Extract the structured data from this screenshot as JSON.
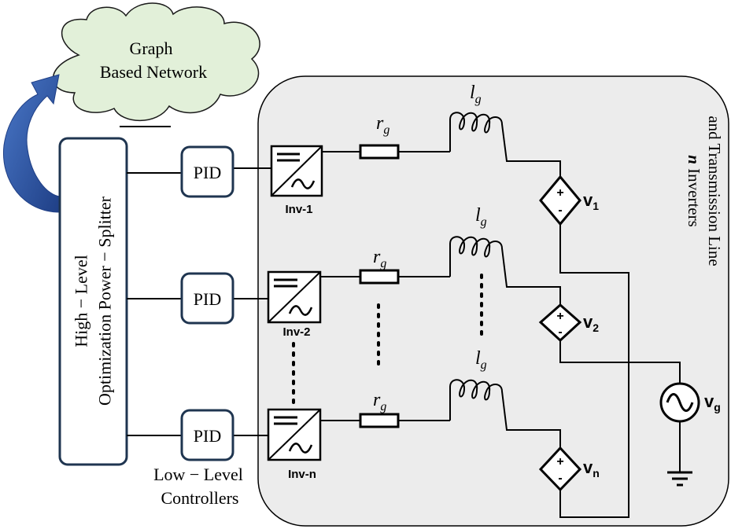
{
  "cloud": {
    "line1": "Graph",
    "line2": "Based Network"
  },
  "optimizer": {
    "line1": "High − Level",
    "line2": "Optimization Power − Splitter"
  },
  "pid_label": "PID",
  "low_level": {
    "line1": "Low − Level",
    "line2": "Controllers"
  },
  "network_title": {
    "emph": "n",
    "line1_rest": " Inverters",
    "line2": "and Transmission Line"
  },
  "inverters": [
    {
      "label": "Inv-1",
      "source": "v",
      "source_sub": "1"
    },
    {
      "label": "Inv-2",
      "source": "v",
      "source_sub": "2"
    },
    {
      "label": "Inv-n",
      "source": "v",
      "source_sub": "n"
    }
  ],
  "resistor": {
    "symbol": "r",
    "sub": "g"
  },
  "inductor": {
    "symbol": "l",
    "sub": "g"
  },
  "grid_source": {
    "symbol": "v",
    "sub": "g"
  },
  "colors": {
    "panel": "#ececec",
    "cloud": "#e2f0d9",
    "arrow": "#2f5597",
    "box_stroke": "#1f3550"
  }
}
